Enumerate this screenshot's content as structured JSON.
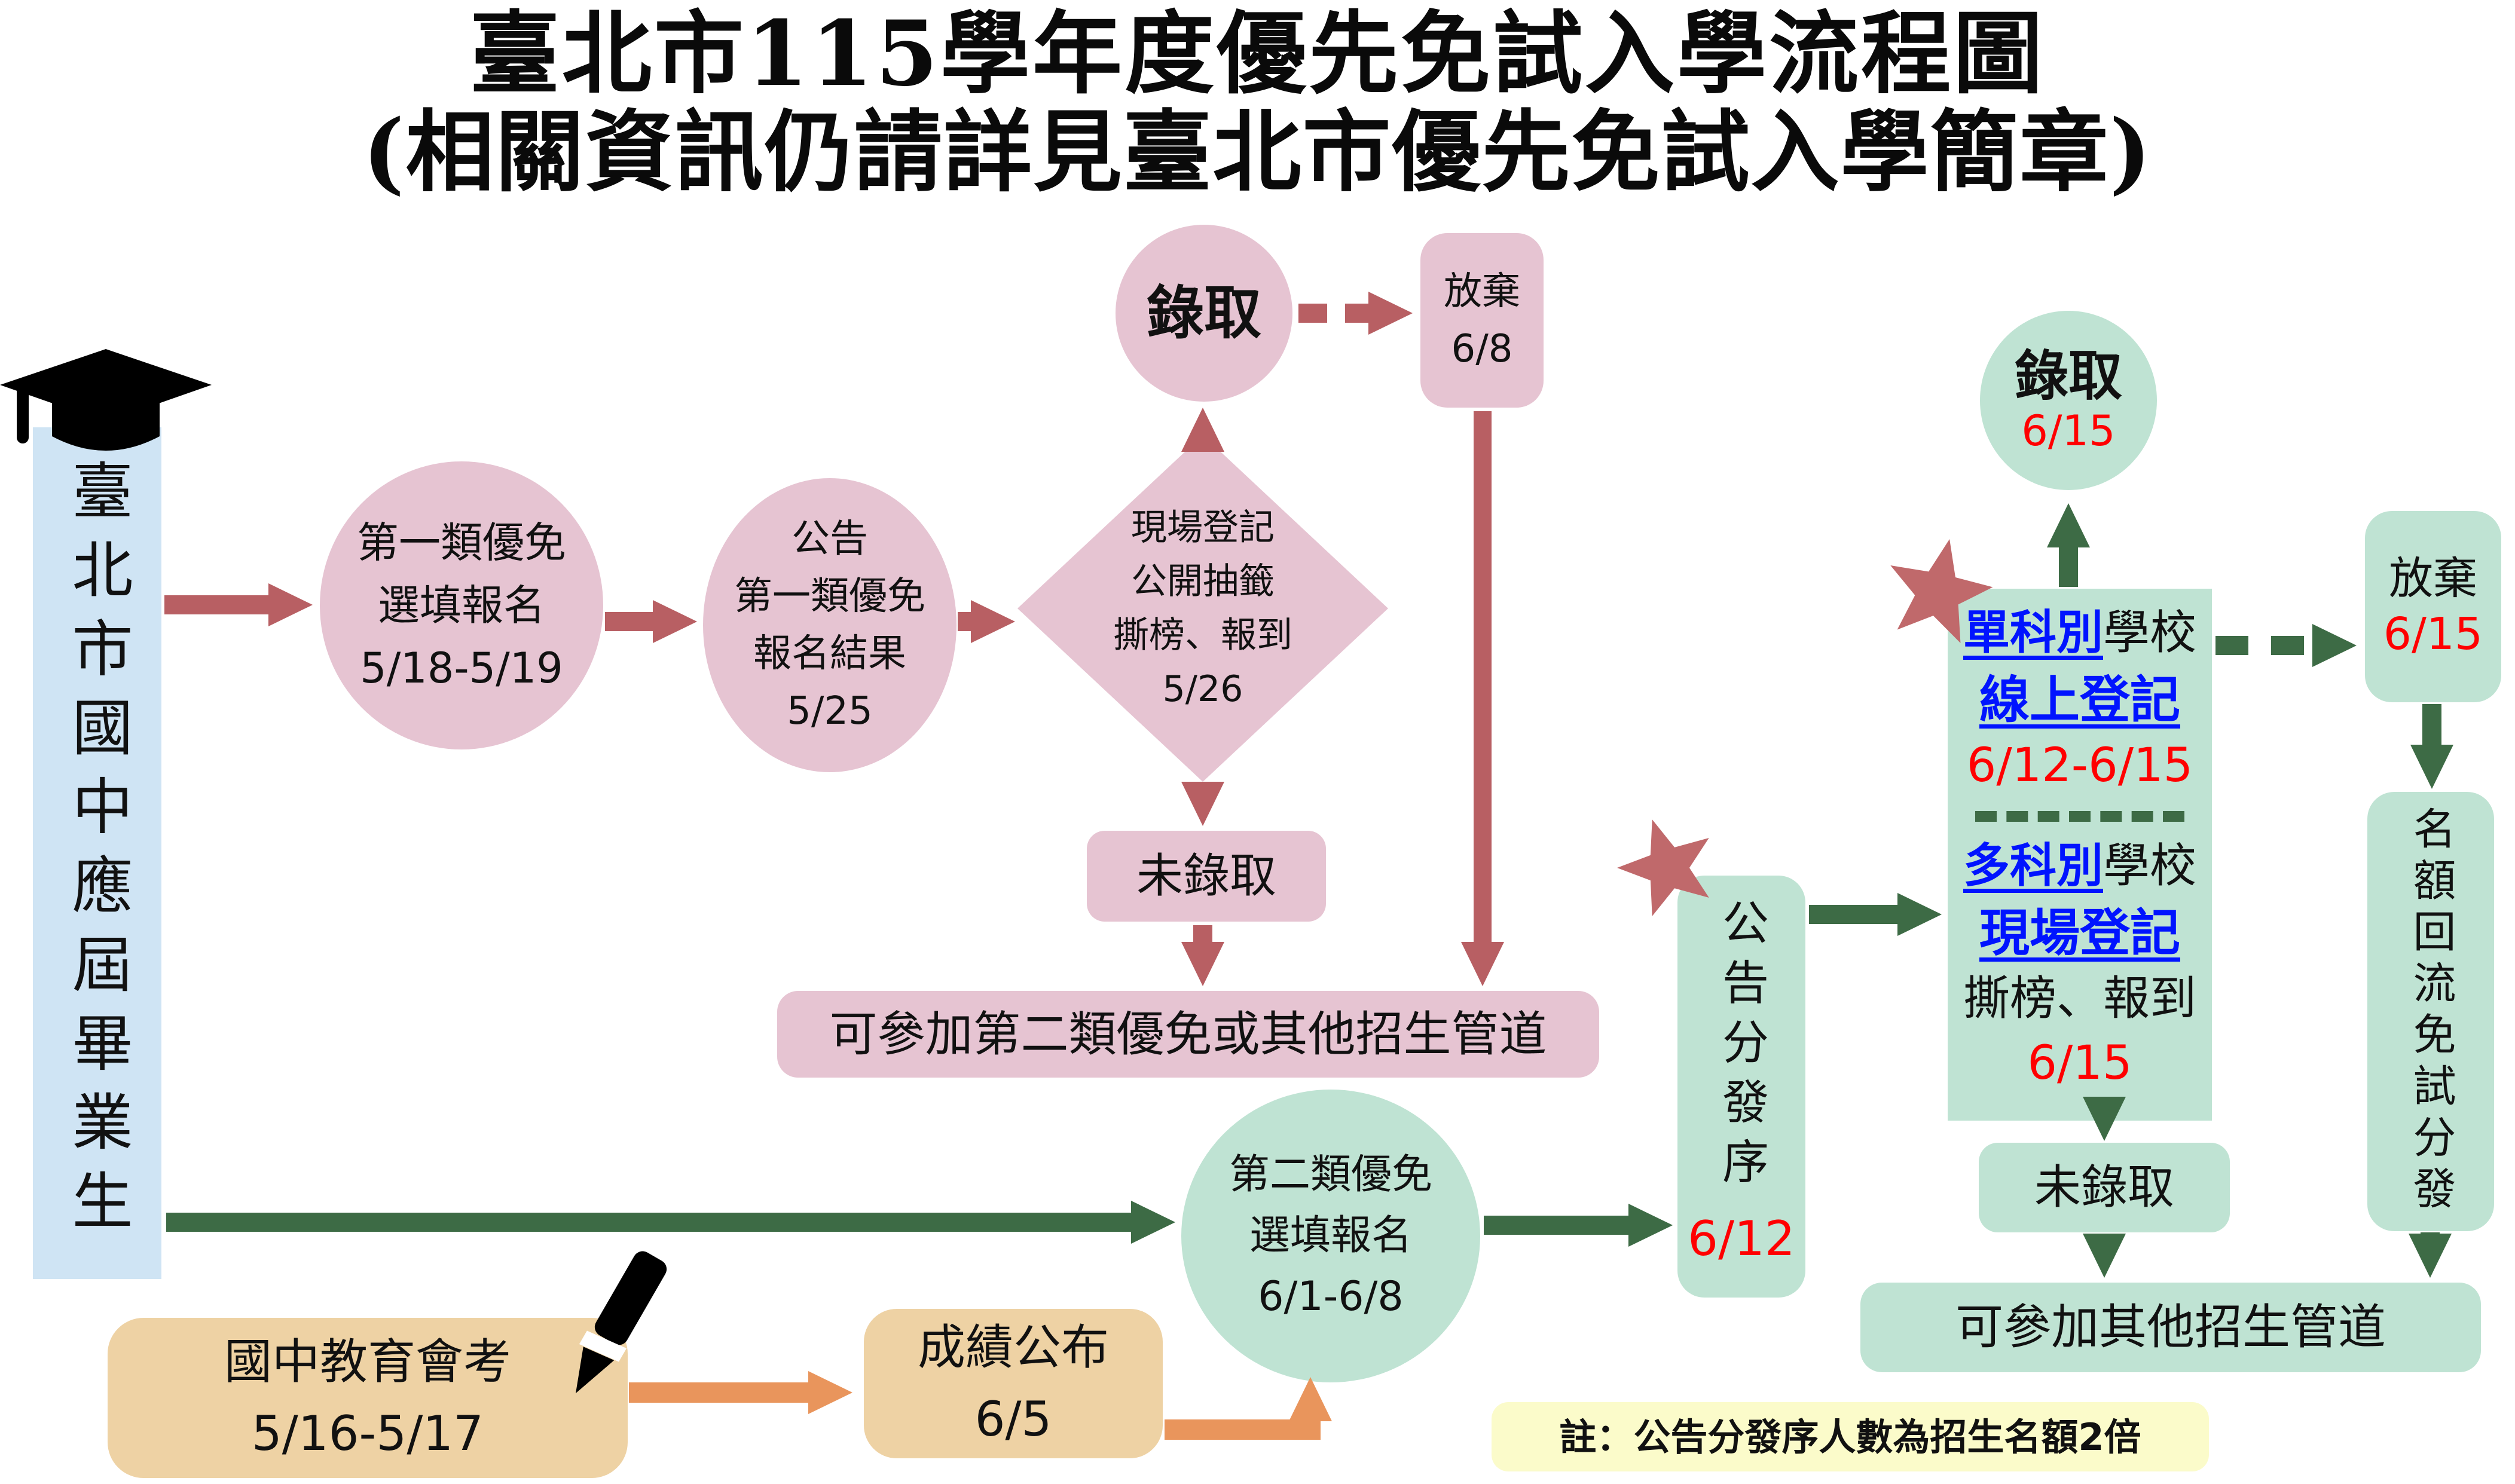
{
  "title": {
    "line1": "臺北市115學年度優先免試入學流程圖",
    "line2": "(相關資訊仍請詳見臺北市優先免試入學簡章)"
  },
  "student_source": {
    "label": "臺北市國中應屆畢業生"
  },
  "track_first": {
    "register": "第一類優免\n選填報名\n5/18-5/19",
    "announce_result": "公告\n第一類優免\n報名結果\n5/25",
    "onsite": "現場登記\n公開抽籤\n撕榜、報到\n5/26",
    "admitted": "錄取",
    "forfeit": "放棄\n6/8",
    "not_admitted": "未錄取",
    "fallback": "可參加第二類優免或其他招生管道"
  },
  "track_second": {
    "register": "第二類優免\n選填報名\n6/1-6/8",
    "announce_order": {
      "label": "公告分發序",
      "date": "6/12"
    },
    "school_box": {
      "single_dept_link": "單科別",
      "single_dept_rest": "學校",
      "online_reg": "線上登記",
      "online_dates": "6/12-6/15",
      "multi_dept_link": "多科別",
      "multi_dept_rest": "學校",
      "onsite_reg": "現場登記",
      "onsite_rest": "撕榜、報到",
      "onsite_date": "6/15"
    },
    "admitted": {
      "label": "錄取",
      "date": "6/15"
    },
    "forfeit": {
      "label": "放棄",
      "date": "6/15"
    },
    "reflow": "名額回流免試分發",
    "not_admitted": "未錄取",
    "fallback": "可參加其他招生管道"
  },
  "exam": {
    "name": "國中教育會考\n5/16-5/17",
    "score": "成績公布\n6/5"
  },
  "note": "註：公告分發序人數為招生名額2倍",
  "colors": {
    "pink_fill": "#e6c4d2",
    "rose_arrow": "#b85f63",
    "teal_fill": "#bfe3d3",
    "green_arrow": "#3d6b45",
    "orange_arrow": "#e9955c",
    "tan_fill": "#eed2a4",
    "blue_panel": "#cfe4f4",
    "note_yellow": "#fbfbca",
    "date_red": "#ff0000",
    "link_blue": "#0014ff"
  },
  "icons": {
    "graduation_cap": "graduation-cap",
    "pencil": "pencil",
    "star": "star"
  }
}
